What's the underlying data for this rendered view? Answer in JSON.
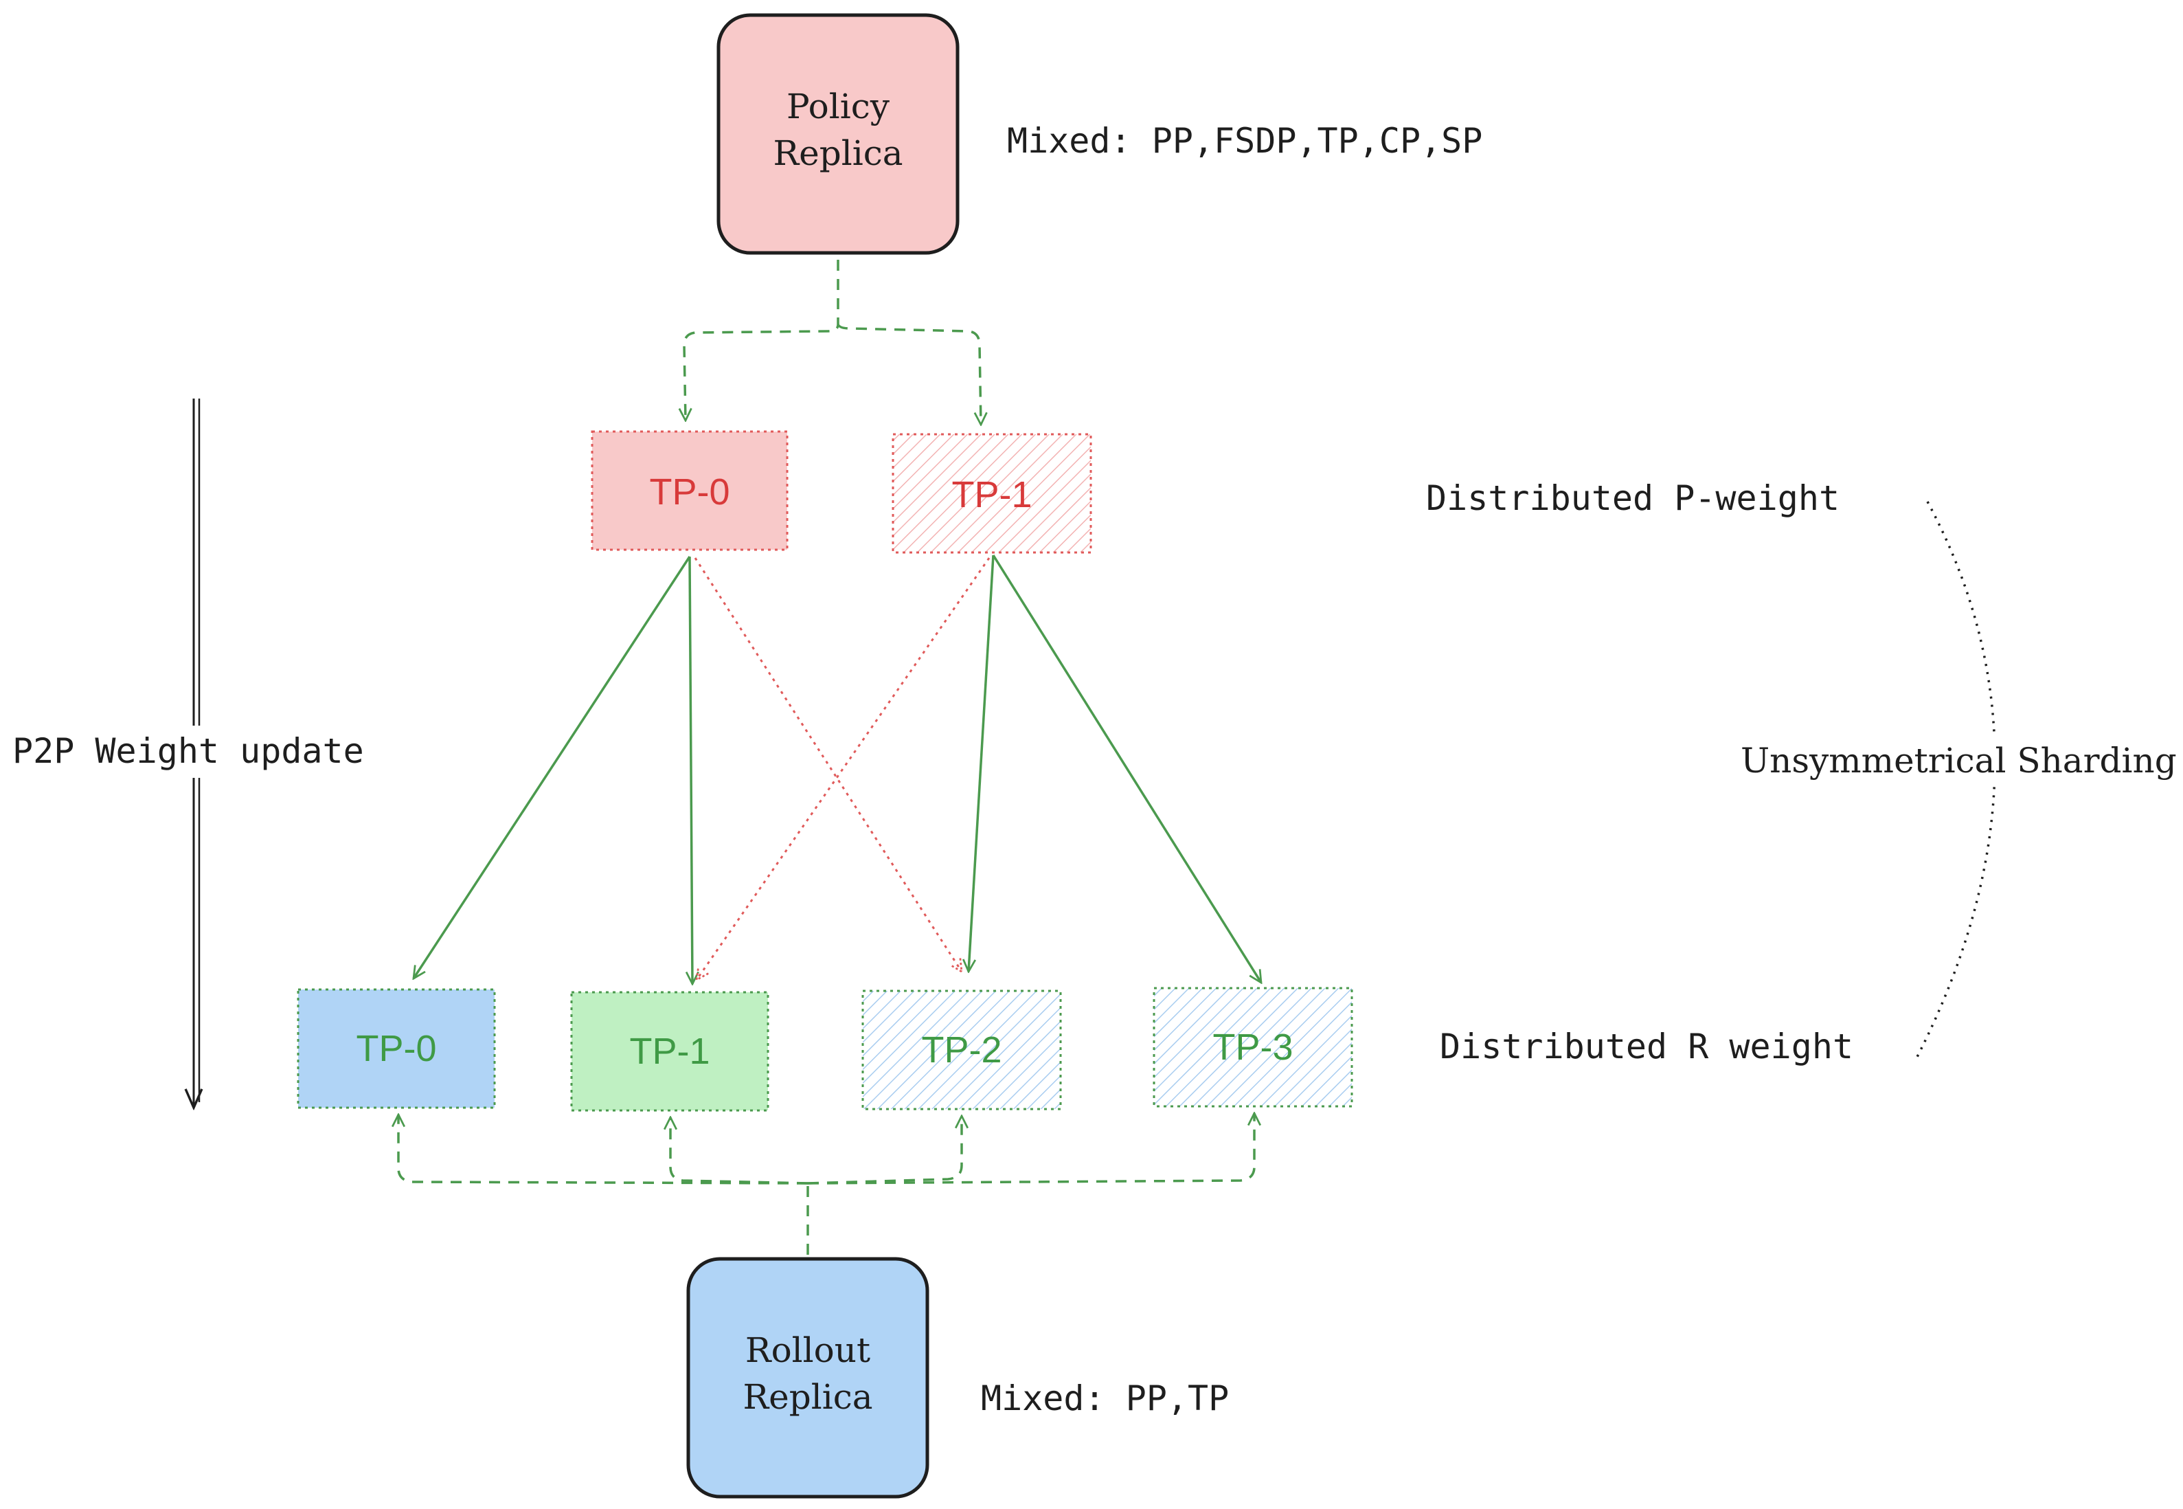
{
  "policy": {
    "line1": "Policy",
    "line2": "Replica",
    "parallelism": "Mixed: PP,FSDP,TP,CP,SP"
  },
  "rollout": {
    "line1": "Rollout",
    "line2": "Replica",
    "parallelism": "Mixed: PP,TP"
  },
  "policy_shards": [
    "TP-0",
    "TP-1"
  ],
  "rollout_shards": [
    "TP-0",
    "TP-1",
    "TP-2",
    "TP-3"
  ],
  "labels": {
    "p_weight": "Distributed P-weight",
    "r_weight": "Distributed R weight",
    "sharding": "Unsymmetrical Sharding",
    "p2p": "P2P Weight update"
  },
  "colors": {
    "policy_fill": "#f8c9c9",
    "rollout_fill": "#b0d4f6",
    "green_fill": "#bff0c2",
    "red_text": "#d83a3a",
    "green_text": "#3f9a45",
    "green_line": "#4b9a4e",
    "red_line": "#e05a5a",
    "ink": "#1e1e1e"
  }
}
